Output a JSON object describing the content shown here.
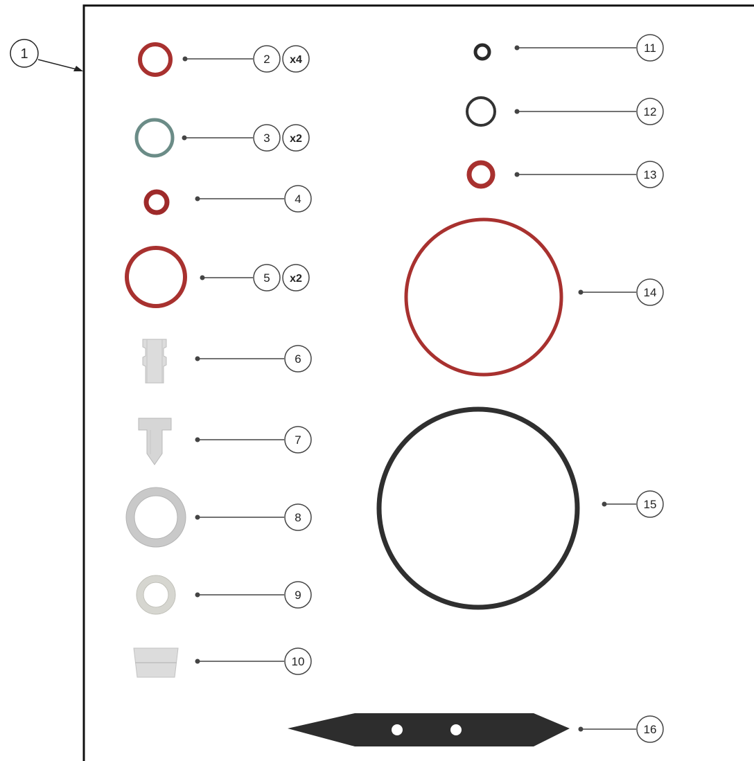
{
  "kit_callout": "1",
  "parts": [
    {
      "number": "2",
      "qty": "x4",
      "type": "o-ring",
      "color": "#a8312f"
    },
    {
      "number": "3",
      "qty": "x2",
      "type": "o-ring",
      "color": "#6b8c87"
    },
    {
      "number": "4",
      "qty": "",
      "type": "o-ring",
      "color": "#9e2a2a"
    },
    {
      "number": "5",
      "qty": "x2",
      "type": "o-ring",
      "color": "#a8312f"
    },
    {
      "number": "6",
      "qty": "",
      "type": "nozzle-insert",
      "color": "#d9d9d9"
    },
    {
      "number": "7",
      "qty": "",
      "type": "pin",
      "color": "#d4d4d4"
    },
    {
      "number": "8",
      "qty": "",
      "type": "washer",
      "color": "#c9c9c9"
    },
    {
      "number": "9",
      "qty": "",
      "type": "washer",
      "color": "#d6d6d0"
    },
    {
      "number": "10",
      "qty": "",
      "type": "bushing",
      "color": "#dcdcdc"
    },
    {
      "number": "11",
      "qty": "",
      "type": "o-ring",
      "color": "#2a2a2a"
    },
    {
      "number": "12",
      "qty": "",
      "type": "o-ring",
      "color": "#333333"
    },
    {
      "number": "13",
      "qty": "",
      "type": "o-ring",
      "color": "#a8312f"
    },
    {
      "number": "14",
      "qty": "",
      "type": "o-ring",
      "color": "#a8312f"
    },
    {
      "number": "15",
      "qty": "",
      "type": "o-ring",
      "color": "#2f2f2f"
    },
    {
      "number": "16",
      "qty": "",
      "type": "blade",
      "color": "#2d2d2d"
    }
  ]
}
